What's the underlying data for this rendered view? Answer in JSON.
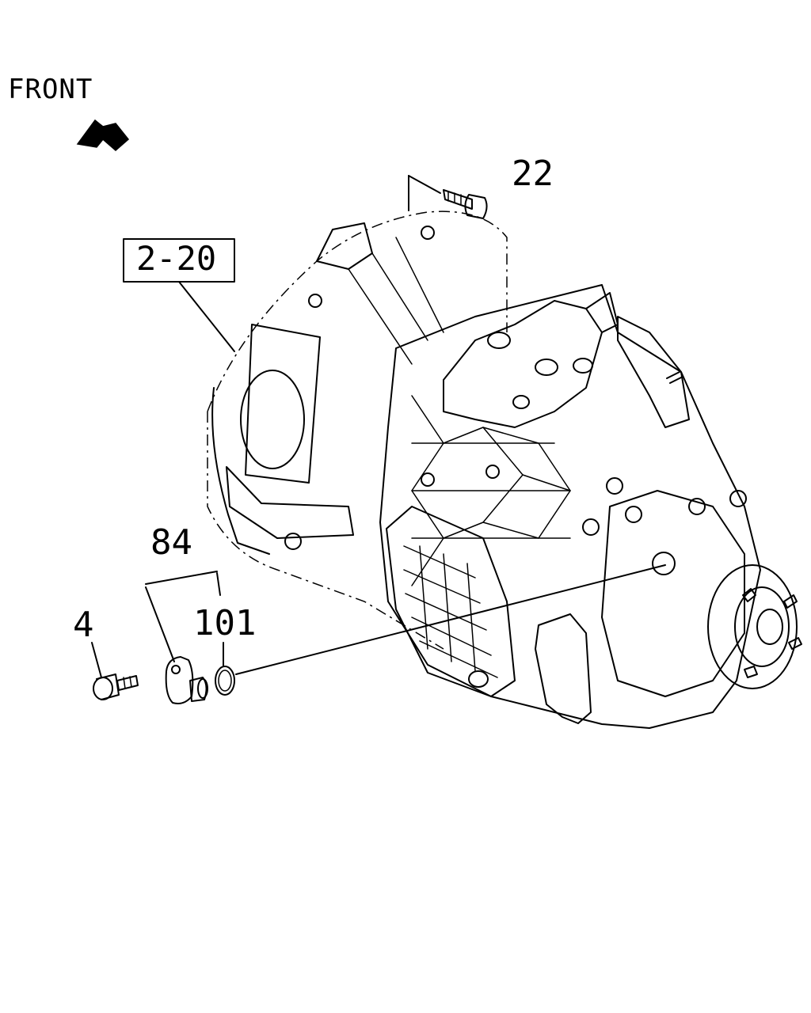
{
  "diagram": {
    "orientation_label": "FRONT",
    "callouts": {
      "bolt_top": "22",
      "housing_ref": "2-20",
      "sensor_assembly": "84",
      "bolt_left": "4",
      "o_ring": "101"
    }
  },
  "colors": {
    "line": "#000000",
    "background": "#ffffff"
  }
}
